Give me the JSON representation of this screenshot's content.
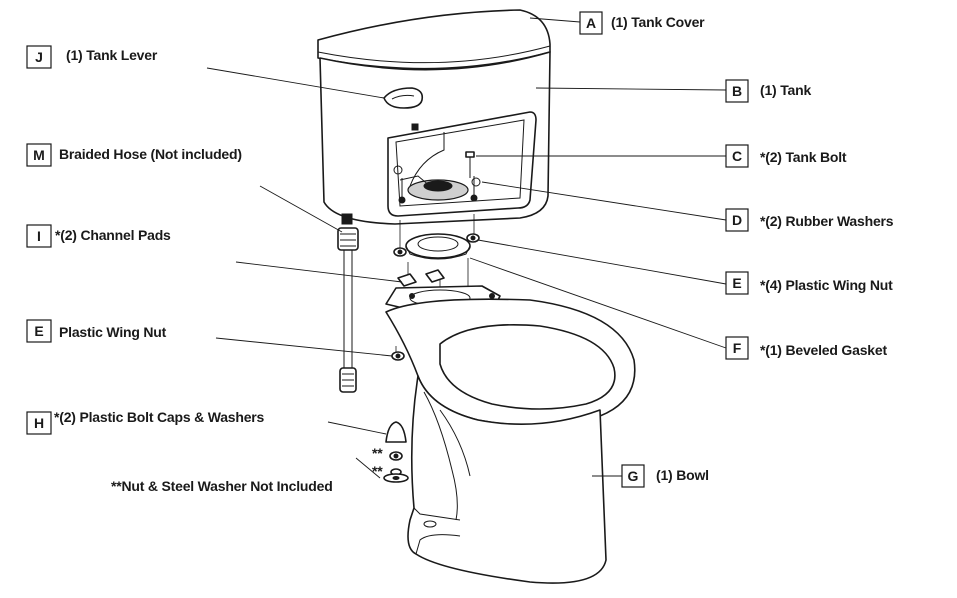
{
  "callouts": {
    "A": {
      "letter": "A",
      "text": "(1) Tank Cover"
    },
    "B": {
      "letter": "B",
      "text": "(1) Tank"
    },
    "C": {
      "letter": "C",
      "text": "*(2) Tank Bolt"
    },
    "D": {
      "letter": "D",
      "text": "*(2) Rubber Washers"
    },
    "E_right": {
      "letter": "E",
      "text": "*(4) Plastic Wing Nut"
    },
    "F": {
      "letter": "F",
      "text": "*(1) Beveled Gasket"
    },
    "G": {
      "letter": "G",
      "text": "(1) Bowl"
    },
    "J": {
      "letter": "J",
      "text": "(1) Tank Lever"
    },
    "M": {
      "letter": "M",
      "text": "Braided Hose (Not included)"
    },
    "I": {
      "letter": "I",
      "text": "*(2) Channel Pads"
    },
    "E_left": {
      "letter": "E",
      "text": "Plastic Wing Nut"
    },
    "H": {
      "letter": "H",
      "text": "*(2) Plastic Bolt Caps & Washers"
    }
  },
  "marks": {
    "double_star_1": "**",
    "double_star_2": "**"
  },
  "footnote": "**Nut & Steel Washer Not Included"
}
